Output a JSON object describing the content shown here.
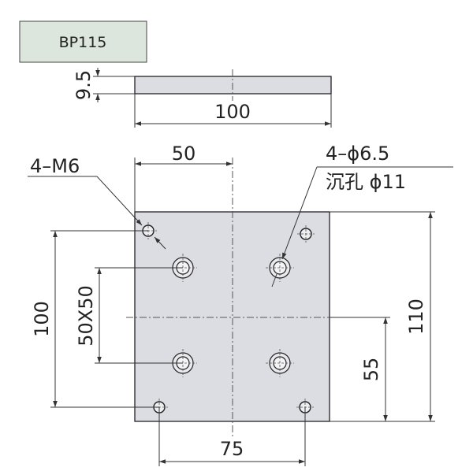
{
  "part_label": "BP115",
  "colors": {
    "label_box_fill": "#dde6dd",
    "plate_fill": "#dcdde2",
    "line": "#333333"
  },
  "dimensions": {
    "thickness": "9.5",
    "top_width": "100",
    "hole_offset": "50",
    "left_height": "100",
    "pitch": "50X50",
    "right_height": "110",
    "right_offset": "55",
    "bottom_width": "75"
  },
  "callouts": {
    "tapped_holes": "4–M6",
    "counterbore_count_dia": "4–ϕ6.5",
    "counterbore_spec": "沉孔 ϕ11"
  }
}
